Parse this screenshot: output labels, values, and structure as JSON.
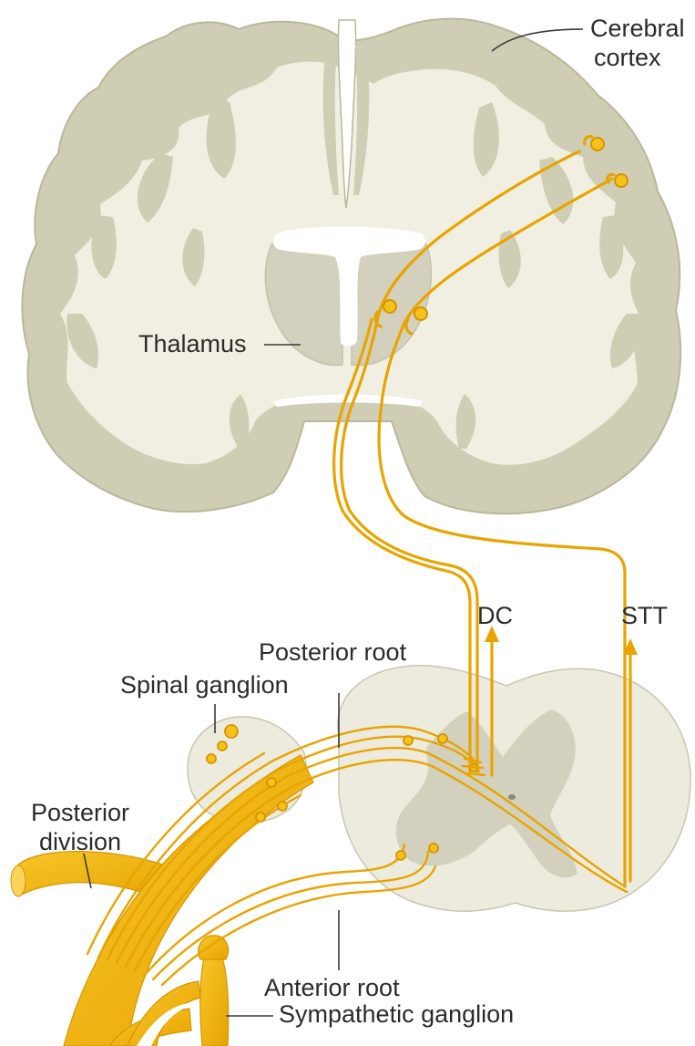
{
  "labels": {
    "cerebral_cortex_line1": "Cerebral",
    "cerebral_cortex_line2": "cortex",
    "thalamus": "Thalamus",
    "dc": "DC",
    "stt": "STT",
    "posterior_root": "Posterior root",
    "spinal_ganglion": "Spinal ganglion",
    "posterior_division_line1": "Posterior",
    "posterior_division_line2": "division",
    "anterior_root": "Anterior root",
    "sympathetic_ganglion": "Sympathetic ganglion"
  },
  "colors": {
    "cortex_gray": "#cfcdb3",
    "white_matter": "#f1efe2",
    "gray_matter": "#d3d0bd",
    "tract": "#e8a400",
    "nerve": "#f3bd12"
  }
}
